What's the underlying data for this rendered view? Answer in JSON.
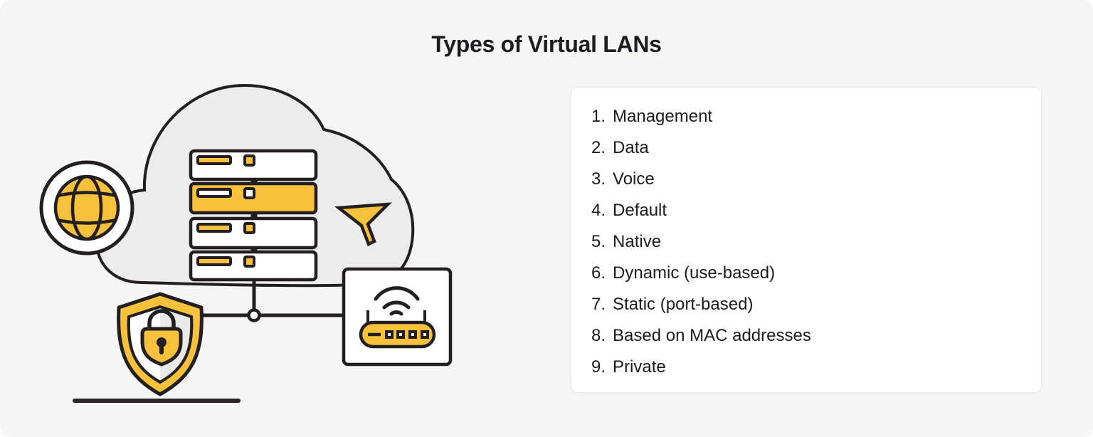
{
  "header": {
    "title": "Types of Virtual LANs"
  },
  "vlan_list": {
    "items": [
      {
        "number": "1.",
        "label": "Management"
      },
      {
        "number": "2.",
        "label": "Data"
      },
      {
        "number": "3.",
        "label": "Voice"
      },
      {
        "number": "4.",
        "label": "Default"
      },
      {
        "number": "5.",
        "label": "Native"
      },
      {
        "number": "6.",
        "label": "Dynamic (use-based)"
      },
      {
        "number": "7.",
        "label": "Static (port-based)"
      },
      {
        "number": "8.",
        "label": "Based on MAC addresses"
      },
      {
        "number": "9.",
        "label": "Private"
      }
    ]
  },
  "illustration": {
    "icons": [
      "cloud-icon",
      "globe-icon",
      "server-stack-icon",
      "cursor-icon",
      "shield-lock-icon",
      "padlock-icon",
      "wifi-router-icon"
    ]
  },
  "colors": {
    "accent_yellow": "#f8c13c",
    "ink": "#231f20",
    "cloud_gray": "#ececec",
    "panel_bg": "#f5f5f6",
    "card_bg": "#ffffff",
    "card_border": "#e9e9ea",
    "text": "#1b1b1d"
  }
}
